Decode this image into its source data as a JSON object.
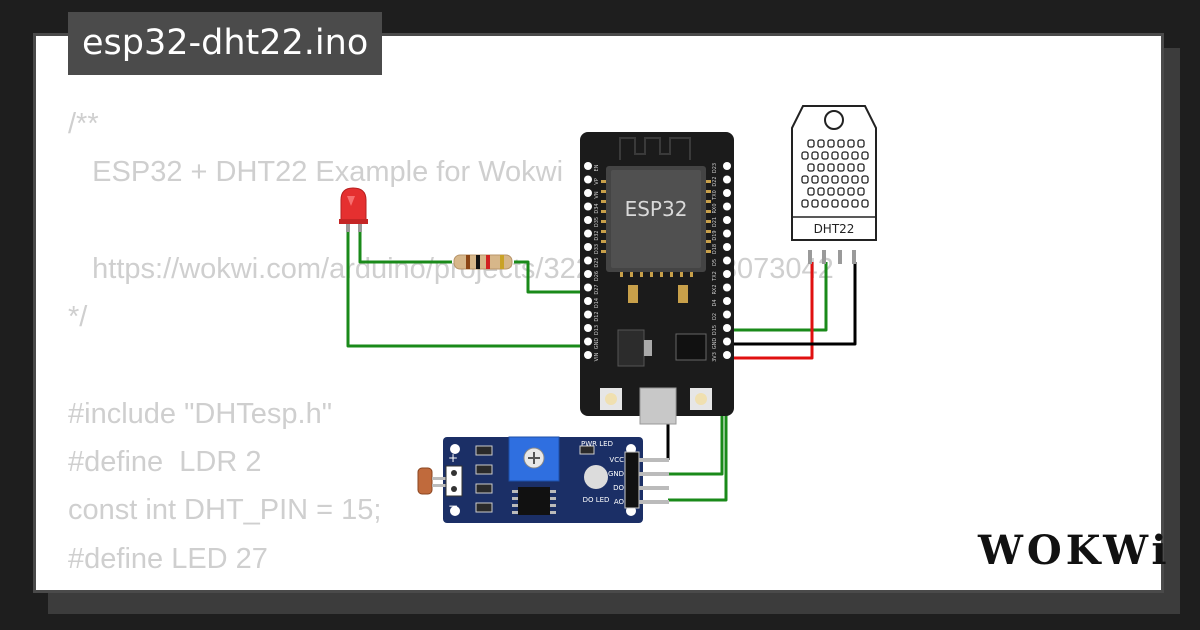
{
  "window": {
    "title": "esp32-dht22.ino"
  },
  "code": {
    "lines": [
      "/**",
      "   ESP32 + DHT22 Example for Wokwi",
      "",
      "   https://wokwi.com/arduino/projects/322410731508073042",
      "*/",
      "",
      "#include \"DHTesp.h\"",
      "#define  LDR 2",
      "const int DHT_PIN = 15;",
      "#define LED 27"
    ]
  },
  "components": {
    "esp32_label": "ESP32",
    "dht22_label": "DHT22",
    "ldr_pins": [
      "VCC",
      "GND",
      "DO",
      "AO"
    ],
    "ldr_leds": [
      "PWR LED",
      "DO LED"
    ],
    "ldr_plus": "+",
    "ldr_minus": "−",
    "esp32_left_pins": [
      "EN",
      "VP",
      "VN",
      "D34",
      "D35",
      "D32",
      "D33",
      "D25",
      "D26",
      "D27",
      "D14",
      "D12",
      "D13",
      "GND",
      "VIN"
    ],
    "esp32_right_pins": [
      "D23",
      "D22",
      "TX0",
      "RX0",
      "D21",
      "D19",
      "D18",
      "D5",
      "TX2",
      "RX2",
      "D4",
      "D2",
      "D15",
      "GND",
      "3V3"
    ]
  },
  "brand": {
    "name": "WOKWi"
  },
  "colors": {
    "wire_green": "#1a8a1a",
    "wire_red": "#e01010",
    "wire_black": "#000000",
    "board": "#1b1b1b",
    "ldr_board": "#1b2f66",
    "led": "#e53030"
  }
}
